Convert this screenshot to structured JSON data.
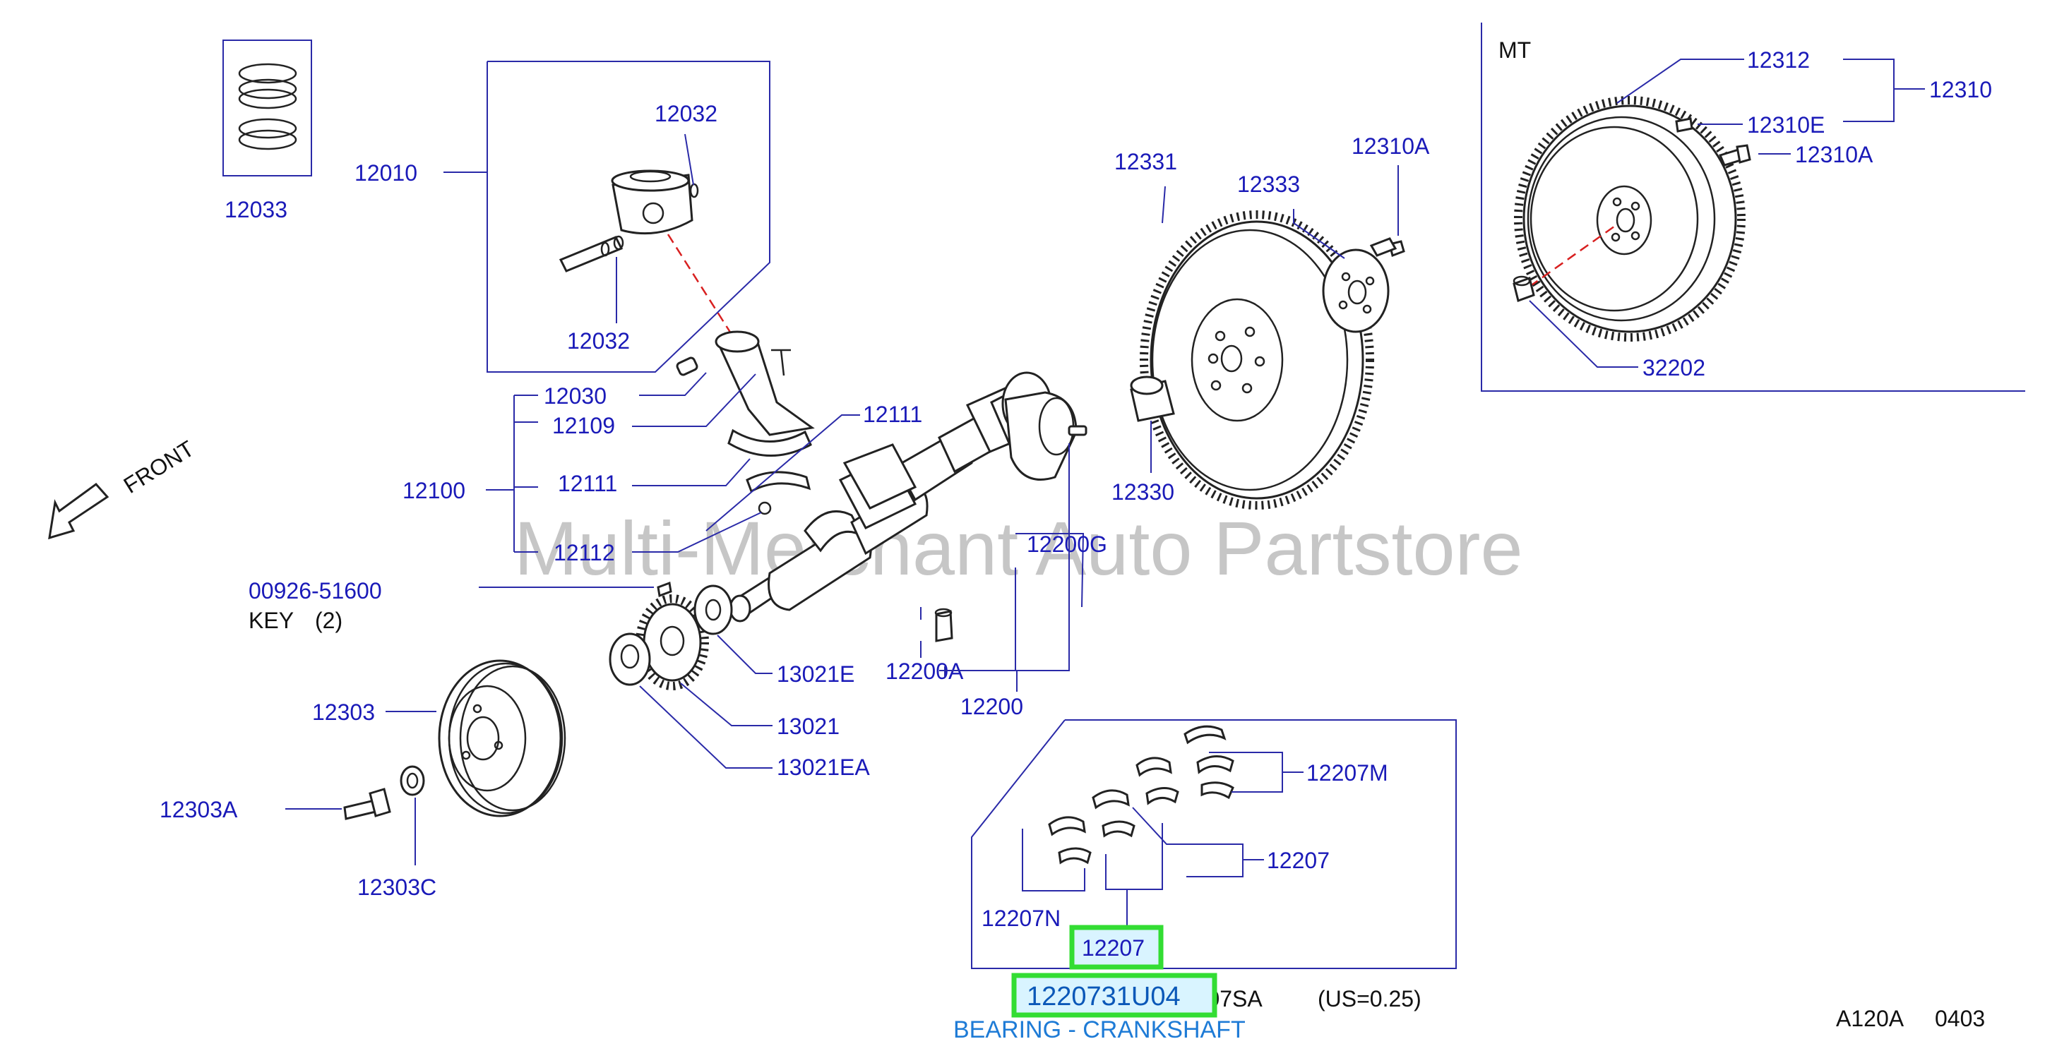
{
  "watermark": "Multi-Merchant Auto Partstore",
  "diagram_code": "A120A",
  "diagram_date": "0403",
  "direction_label": "FRONT",
  "mt_label": "MT",
  "key_note": "KEY",
  "key_qty": "(2)",
  "us_note": "(US=0.25)",
  "selected_part": {
    "ref": "12207",
    "part_number": "1220731U04",
    "description": "BEARING - CRANKSHAFT",
    "accent": "#33dd33"
  },
  "callouts": {
    "c12033": "12033",
    "c12010": "12010",
    "c12032_top": "12032",
    "c12032_bot": "12032",
    "c12030": "12030",
    "c12109": "12109",
    "c12100": "12100",
    "c12111_left": "12111",
    "c12111_right": "12111",
    "c12112": "12112",
    "c00926": "00926-51600",
    "c12303": "12303",
    "c12303A": "12303A",
    "c12303C": "12303C",
    "c13021E": "13021E",
    "c13021": "13021",
    "c13021EA": "13021EA",
    "c12200A": "12200A",
    "c12200": "12200",
    "c12200G": "12200G",
    "c12331": "12331",
    "c12333": "12333",
    "c12310A_mid": "12310A",
    "c12330": "12330",
    "c12312": "12312",
    "c12310": "12310",
    "c12310E": "12310E",
    "c12310A_right": "12310A",
    "c32202": "32202",
    "c12207M": "12207M",
    "c12207": "12207",
    "c12207N": "12207N",
    "c12207SA": "12207SA"
  }
}
